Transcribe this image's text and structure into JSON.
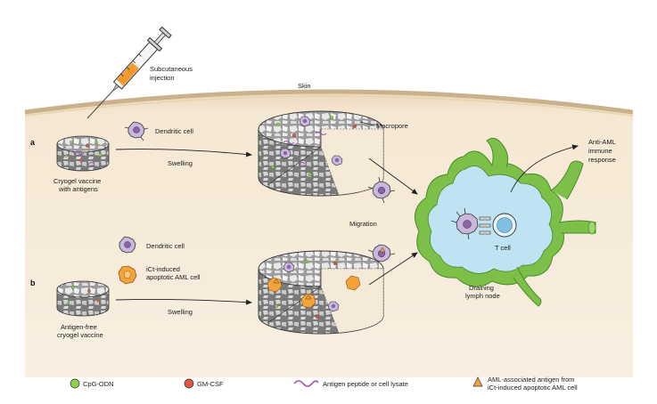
{
  "labels": {
    "injection_line1": "Subcutaneous",
    "injection_line2": "injection",
    "skin": "Skin",
    "panel_a": "a",
    "panel_b": "b",
    "vaccine_a_line1": "Cryogel vaccine",
    "vaccine_a_line2": "with antigens",
    "vaccine_b_line1": "Antigen-free",
    "vaccine_b_line2": "cryogel vaccine",
    "dendritic_cell_a": "Dendritic cell",
    "dendritic_cell_b": "Dendritic cell",
    "apoptotic_line1": "iCt-induced",
    "apoptotic_line2": "apoptotic AML cell",
    "swelling_a": "Swelling",
    "swelling_b": "Swelling",
    "macropore": "Macropore",
    "migration": "Migration",
    "t_cell": "T cell",
    "lymph_line1": "Draining",
    "lymph_line2": "lymph node",
    "response_line1": "Anti-AML",
    "response_line2": "immune",
    "response_line3": "response"
  },
  "legend": {
    "cpg": "CpG-ODN",
    "gmcsf": "GM-CSF",
    "antigen": "Antigen peptide or cell lysate",
    "aml_line1": "AML-associated antigen from",
    "aml_line2": "iCt-induced apoptotic AML cell"
  },
  "colors": {
    "skin": "#f2e3cc",
    "cpg": "#8fd14f",
    "gmcsf": "#e0553f",
    "antigen": "#9b4fb0",
    "aml": "#f3a33a",
    "lymph_outer": "#7cc04a",
    "lymph_inner": "#bfe3f2",
    "dc": "#c9b7dd"
  }
}
